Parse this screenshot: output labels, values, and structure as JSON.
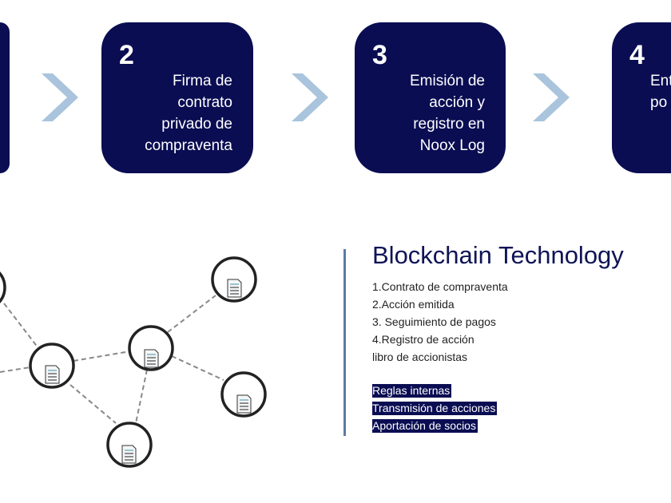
{
  "steps": [
    {
      "number": "2",
      "text": "Firma de\ncontrato\nprivado de\ncompraventa"
    },
    {
      "number": "3",
      "text": "Emisión de\nacción y\nregistro en\nNoox Log"
    },
    {
      "number": "4",
      "text": "Ent\npo"
    }
  ],
  "panel": {
    "title": "Blockchain Technology",
    "items": [
      "1.Contrato de compraventa",
      "2.Acción emitida",
      "3. Seguimiento de pagos",
      "4.Registro de acción",
      "libro de accionistas"
    ],
    "highlights": [
      "Reglas internas",
      "Transmisión de acciones",
      "Aportación de socios"
    ]
  },
  "colors": {
    "navy": "#0a0d52",
    "arrow": "#a9c4dc"
  }
}
